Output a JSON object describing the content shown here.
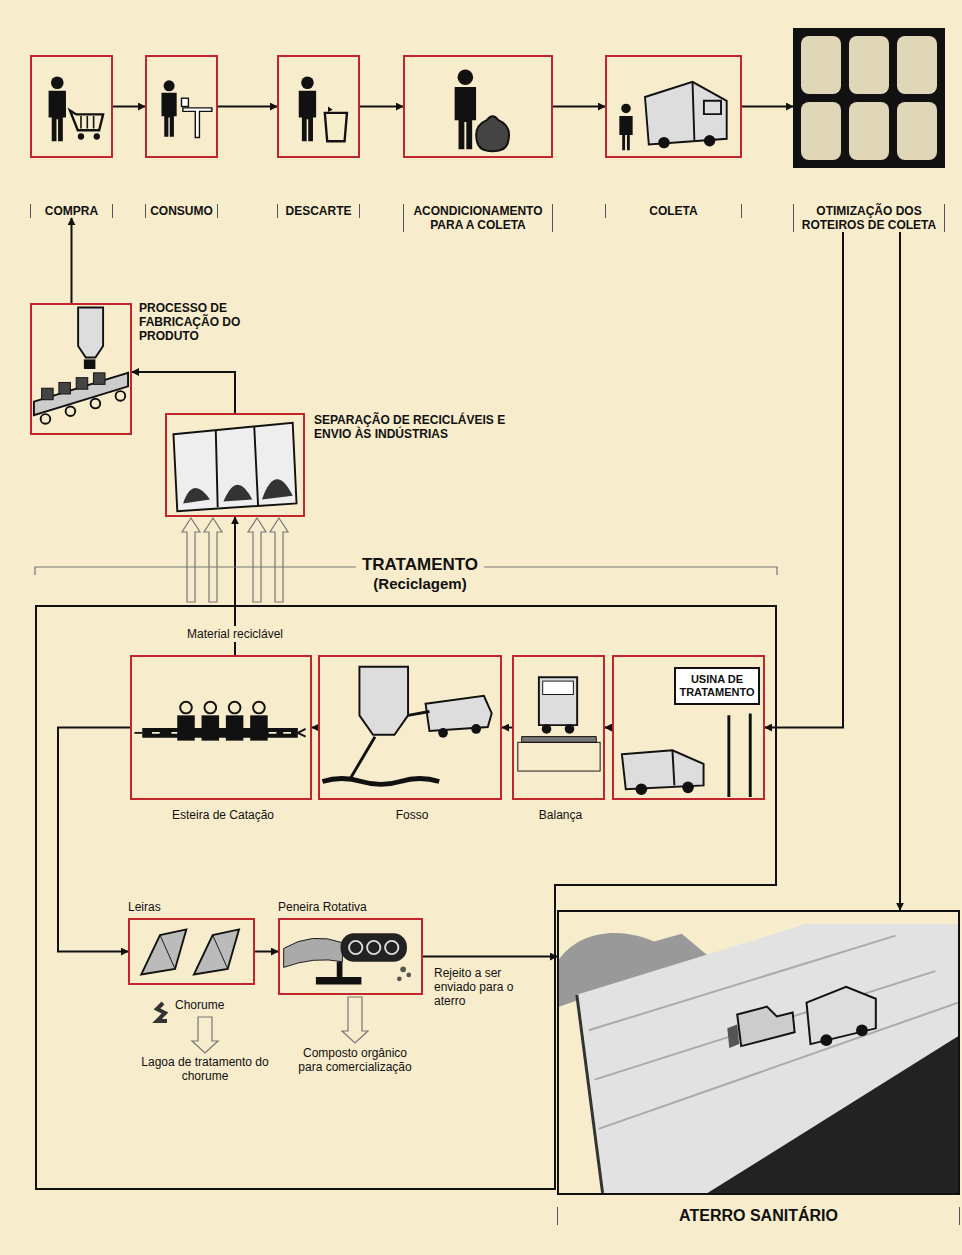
{
  "diagram": {
    "nodes": [
      {
        "text": [
          "COMPRA"
        ]
      },
      {
        "text": [
          "CONSUMO"
        ]
      },
      {
        "text": [
          "DESCARTE"
        ]
      },
      {
        "text": [
          "ACONDICIONAMENTO PARA A COLETA"
        ]
      },
      {
        "text": [
          "COLETA"
        ]
      },
      {
        "text": [
          "OTIMIZAÇÃO DOS ROTEIROS DE COLETA"
        ]
      },
      {
        "text": [
          "PROCESSO DE FABRICAÇÃO DO PRODUTO"
        ]
      },
      {
        "text": [
          "SEPARAÇÃO DE RECICLÁVEIS E ENVIO ÀS INDÚSTRIAS"
        ]
      },
      {
        "text": [
          "TRATAMENTO",
          "(Reciclagem)"
        ]
      },
      {
        "text": [
          "Esteira de Catação"
        ],
        "in": 8
      },
      {
        "text": [
          "Fosso"
        ],
        "in": 8
      },
      {
        "text": [
          "Balança"
        ],
        "in": 8
      },
      {
        "text": [
          "USINA DE TRATAMENTO"
        ],
        "in": 8
      },
      {
        "text": [
          "Leiras"
        ],
        "in": 8
      },
      {
        "text": [
          "Peneira Rotativa"
        ],
        "in": 8
      },
      {
        "text": [
          "ATERRO SANITÁRIO"
        ]
      }
    ],
    "edges": [
      {
        "from": 0,
        "to": 1,
        "arrow": "to"
      },
      {
        "from": 1,
        "to": 2,
        "arrow": "to"
      },
      {
        "from": 2,
        "to": 3,
        "arrow": "to"
      },
      {
        "from": 3,
        "to": 4,
        "arrow": "to"
      },
      {
        "from": 4,
        "to": 5,
        "arrow": "to"
      },
      {
        "from": 5,
        "to": 12,
        "arrow": "to"
      },
      {
        "from": 5,
        "to": 15,
        "arrow": "to"
      },
      {
        "from": 12,
        "to": 11,
        "arrow": "to"
      },
      {
        "from": 11,
        "to": 10,
        "arrow": "to"
      },
      {
        "from": 10,
        "to": 9,
        "arrow": "to"
      },
      {
        "from": 9,
        "to": 7,
        "label": "Material reciclável",
        "arrow": "to"
      },
      {
        "from": 7,
        "to": 6,
        "arrow": "to"
      },
      {
        "from": 6,
        "to": 0,
        "arrow": "to"
      },
      {
        "from": 9,
        "to": 13,
        "arrow": "to"
      },
      {
        "from": 13,
        "to": 14,
        "arrow": "to"
      },
      {
        "from": 14,
        "to": 15,
        "label": "Rejeito a ser enviado para o aterro",
        "arrow": "to"
      }
    ],
    "labels": [
      "Chorume",
      "Lagoa de tratamento do chorume",
      "Composto orgânico para comercialização"
    ]
  }
}
